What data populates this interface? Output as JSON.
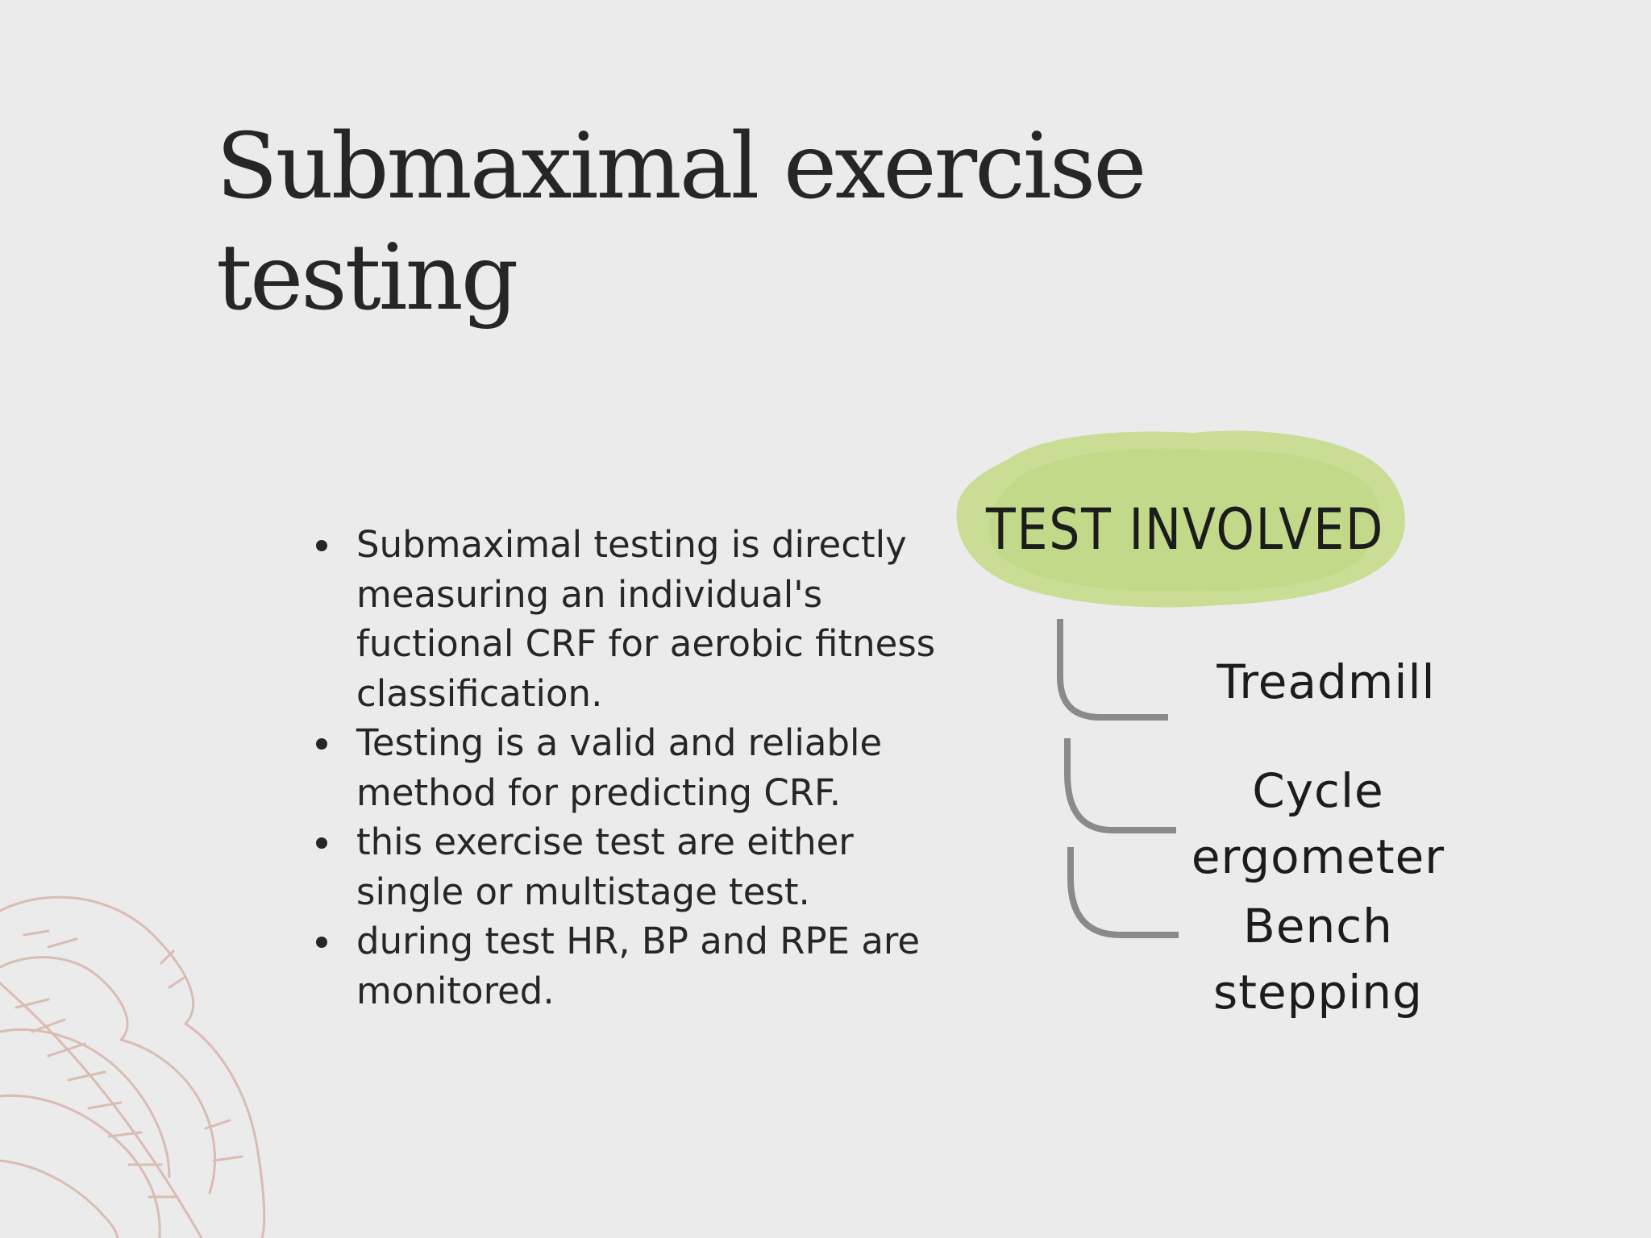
{
  "slide": {
    "title": "Submaximal exercise testing",
    "bullets": [
      "Submaximal testing is directly measuring an individual's fuctional CRF for aerobic fitness classification.",
      "Testing is a valid and reliable method for predicting CRF.",
      "this exercise test are either single or multistage test.",
      "during test HR, BP and RPE are monitored."
    ],
    "diagram": {
      "heading": "TEST INVOLVED",
      "branches": [
        "Treadmill",
        "Cycle ergometer",
        "Bench stepping"
      ]
    }
  },
  "colors": {
    "background": "#ebebeb",
    "text": "#262626",
    "blob": "#c6db8c",
    "connector": "#8a8a8a",
    "leaf_outline": "#d9bcb3"
  }
}
